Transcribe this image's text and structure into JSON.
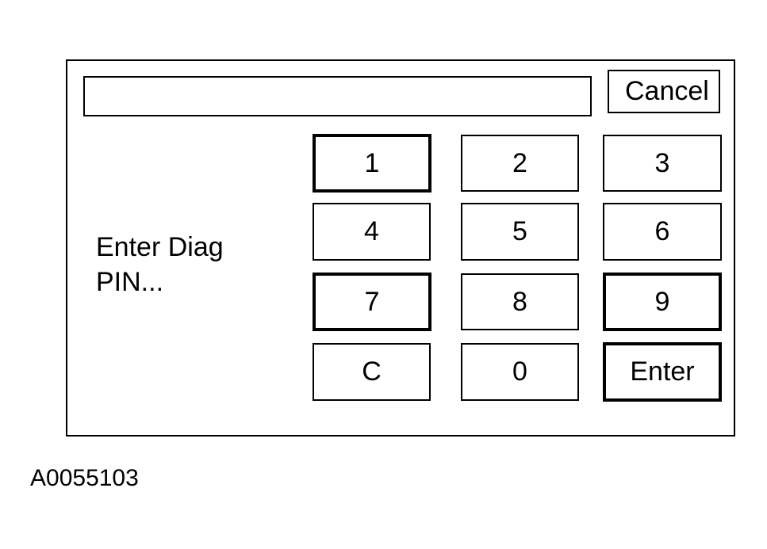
{
  "pin_entry": {
    "display_value": "",
    "cancel_label": "Cancel",
    "prompt_line1": "Enter Diag",
    "prompt_line2": "PIN...",
    "keys": {
      "k1": "1",
      "k2": "2",
      "k3": "3",
      "k4": "4",
      "k5": "5",
      "k6": "6",
      "k7": "7",
      "k8": "8",
      "k9": "9",
      "clear": "C",
      "k0": "0",
      "enter": "Enter"
    }
  },
  "figure_id": "A0055103"
}
